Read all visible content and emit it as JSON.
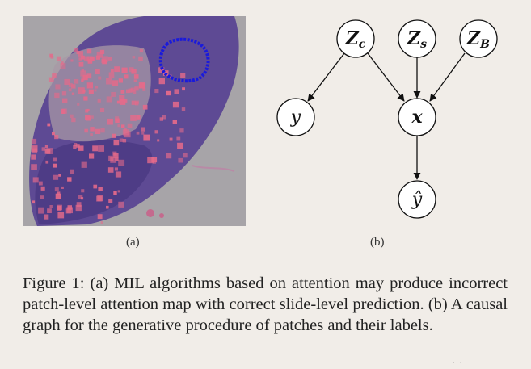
{
  "subfigure_a": {
    "label": "(a)",
    "colors": {
      "background": "#a6a3a6",
      "tissue": "#5f4a93",
      "tissue_dark": "#4a3a80",
      "patch_pink": "#e56a8a",
      "attention_outline": "#1a1adb"
    }
  },
  "subfigure_b": {
    "label": "(b)",
    "nodes": {
      "zc": {
        "main": "Z",
        "sub": "c"
      },
      "zs": {
        "main": "Z",
        "sub": "s"
      },
      "zb": {
        "main": "Z",
        "sub": "B"
      },
      "y": {
        "main": "y"
      },
      "x": {
        "main": "x"
      },
      "yhat": {
        "main": "ŷ"
      }
    }
  },
  "caption": "Figure 1: (a) MIL algorithms based on attention may produce incorrect patch-level attention map with correct slide-level prediction. (b) A causal graph for the generative procedure of patches and their labels."
}
